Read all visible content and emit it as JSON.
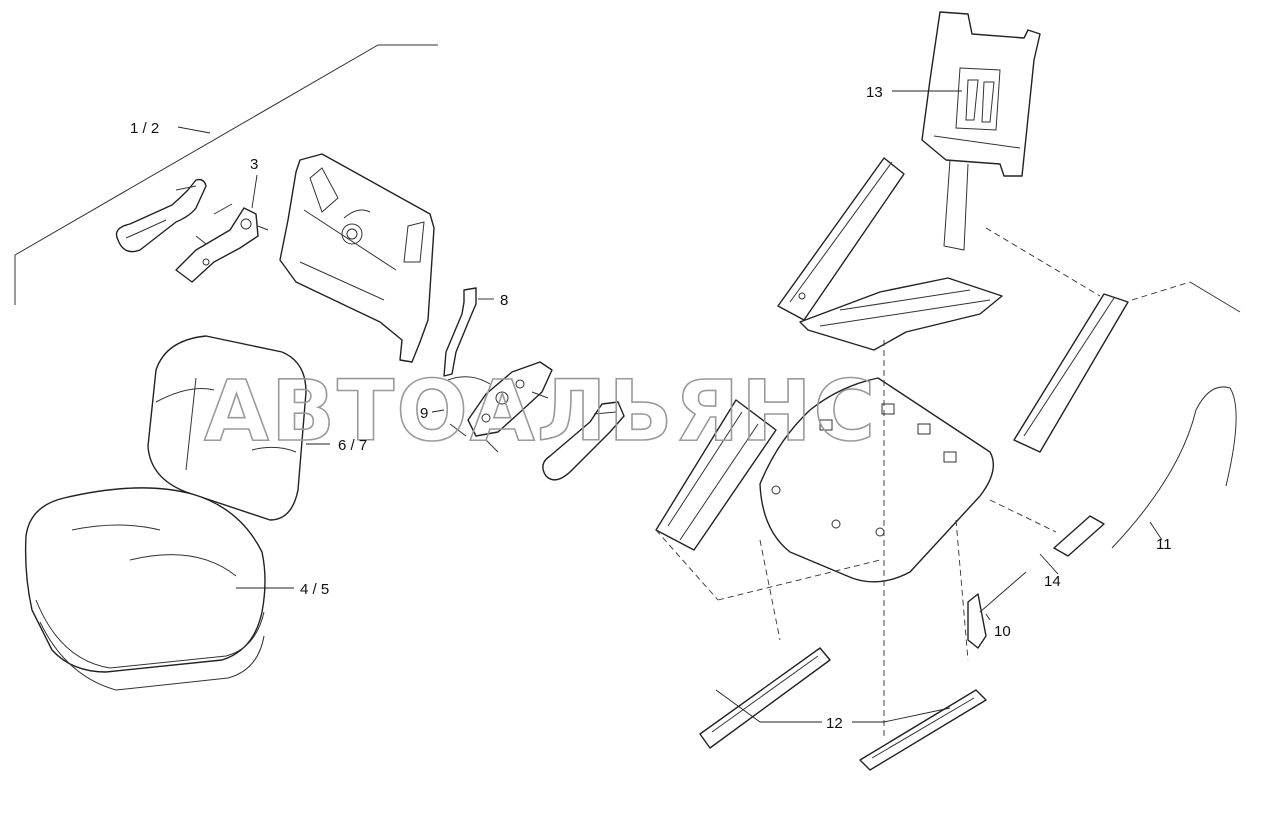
{
  "watermark": "АВТОАЛЬЯНС",
  "callouts": {
    "c1_2": "1 / 2",
    "c3": "3",
    "c4_5": "4 / 5",
    "c6_7": "6 / 7",
    "c8": "8",
    "c9": "9",
    "c10": "10",
    "c11": "11",
    "c12": "12",
    "c13": "13",
    "c14": "14"
  }
}
